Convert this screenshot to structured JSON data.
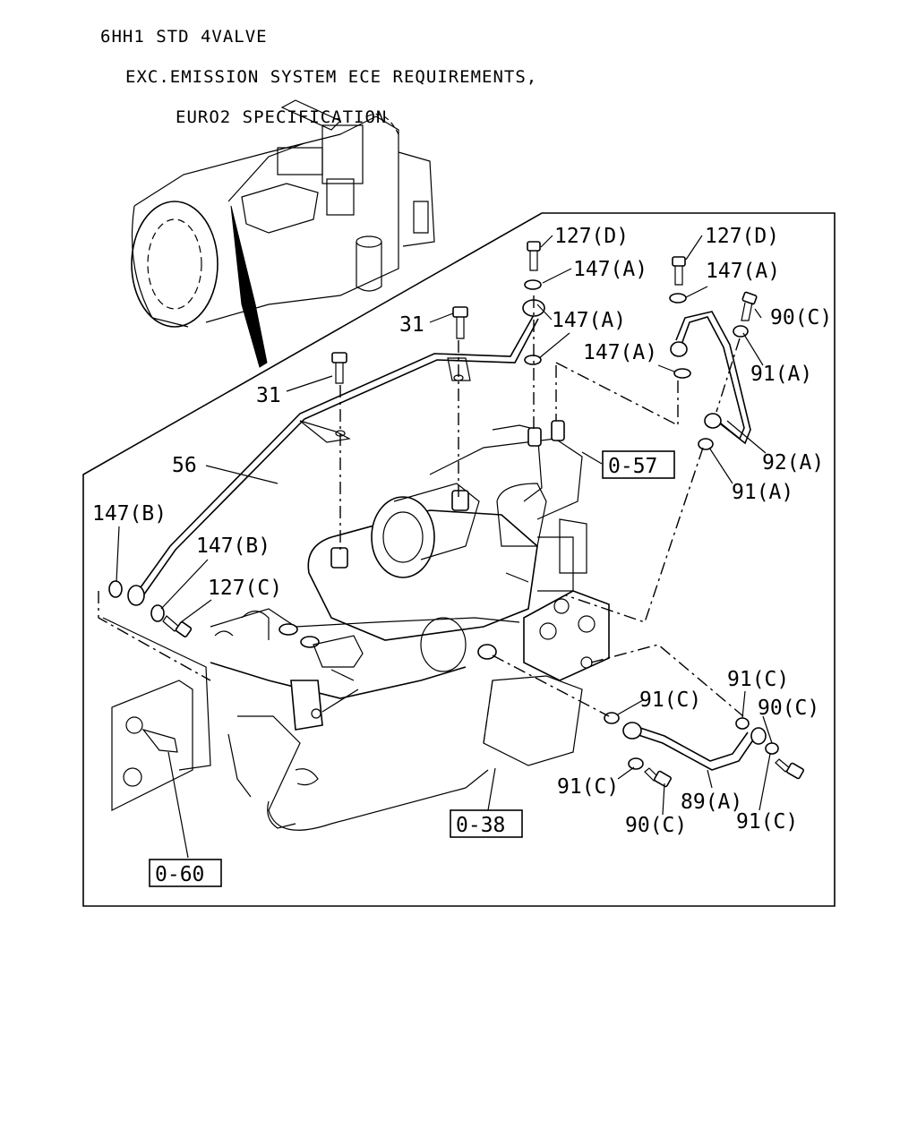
{
  "header": {
    "line1": "6HH1 STD 4VALVE",
    "line2": "EXC.EMISSION SYSTEM ECE REQUIREMENTS,",
    "line3": "EURO2 SPECIFICATION"
  },
  "labels": {
    "l127d_1": "127(D)",
    "l127d_2": "127(D)",
    "l147a_1": "147(A)",
    "l147a_2": "147(A)",
    "l147a_3": "147(A)",
    "l147a_4": "147(A)",
    "l90c_top": "90(C)",
    "l31_1": "31",
    "l31_2": "31",
    "l91a_1": "91(A)",
    "l92a": "92(A)",
    "l91a_2": "91(A)",
    "l56": "56",
    "l147b_1": "147(B)",
    "l147b_2": "147(B)",
    "l127c": "127(C)",
    "l91c_1": "91(C)",
    "l90c_2": "90(C)",
    "l91c_2": "91(C)",
    "l91c_3": "91(C)",
    "l89a": "89(A)",
    "l90c_3": "90(C)",
    "l91c_4": "91(C)"
  },
  "refs": {
    "r057": "0-57",
    "r038": "0-38",
    "r060": "0-60"
  }
}
